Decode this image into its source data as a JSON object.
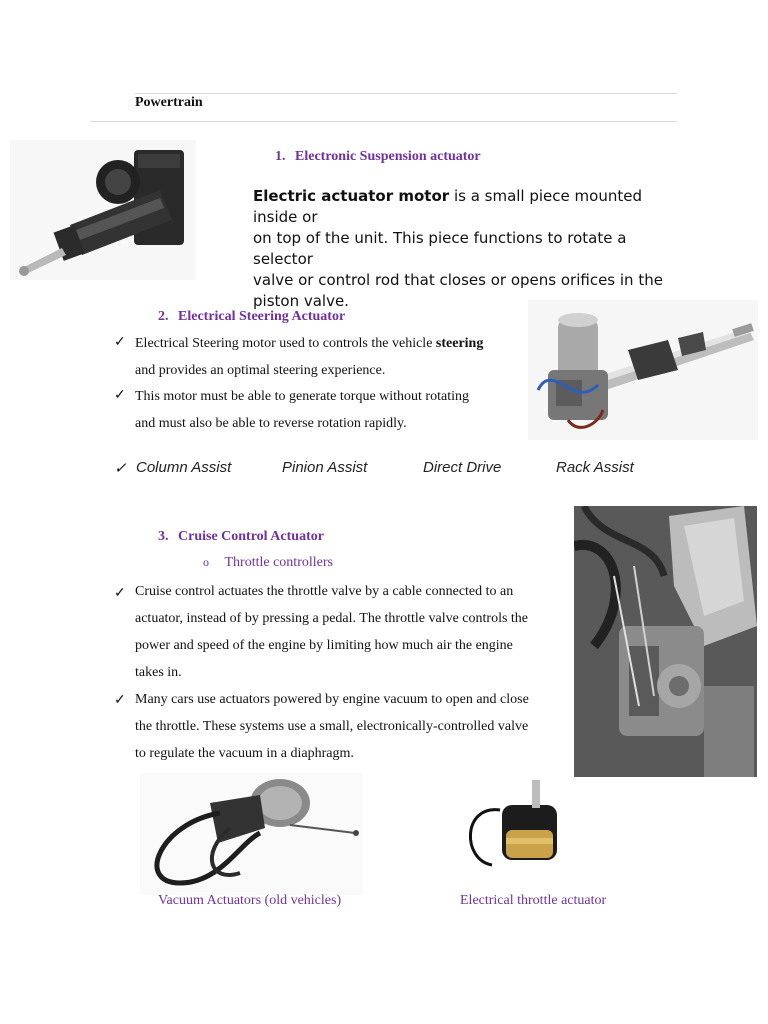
{
  "header": {
    "title": "Powertrain"
  },
  "section1": {
    "number": "1.",
    "heading": "Electronic Suspension actuator",
    "lead_bold": "Electric actuator motor",
    "lead_rest": " is a small piece mounted inside or",
    "lines": [
      "on top of the unit. This piece functions to rotate a selector",
      "valve or control rod that closes or opens orifices in the",
      "piston valve."
    ]
  },
  "section2": {
    "number": "2.",
    "heading": "Electrical Steering Actuator",
    "bullet1_pre": "Electrical Steering motor used to controls the vehicle ",
    "bullet1_bold": "steering",
    "bullet1_line2": "and provides an optimal steering experience.",
    "bullet2_line1": "This motor must be able to generate torque without rotating",
    "bullet2_line2": "and must also be able to reverse rotation rapidly.",
    "assist_types": [
      "Column Assist",
      "Pinion Assist",
      "Direct Drive",
      "Rack Assist"
    ]
  },
  "section3": {
    "number": "3.",
    "heading": "Cruise Control Actuator",
    "sub_bullet": "o",
    "sub_item": "Throttle controllers",
    "bullet1_lines": [
      "Cruise control actuates the throttle valve by a cable connected to an",
      "actuator, instead of by pressing a pedal. The throttle valve controls the",
      "power and speed of the engine by limiting how much air the engine",
      "takes in."
    ],
    "bullet2_lines": [
      "Many cars use actuators powered by engine vacuum to open and close",
      "the throttle. These systems use a small, electronically-controlled valve",
      "to regulate the vacuum in a diaphragm."
    ]
  },
  "captions": {
    "vacuum": "Vacuum Actuators (old vehicles)",
    "electrical": "Electrical throttle actuator"
  },
  "checkmark": "✓",
  "icons": {
    "linear_actuator": "linear-actuator-image",
    "steering_column": "steering-column-image",
    "engine_bay": "engine-bay-image",
    "vacuum_actuator": "vacuum-actuator-image",
    "throttle_actuator": "throttle-actuator-image"
  },
  "colors": {
    "heading_purple": "#7030a0"
  }
}
